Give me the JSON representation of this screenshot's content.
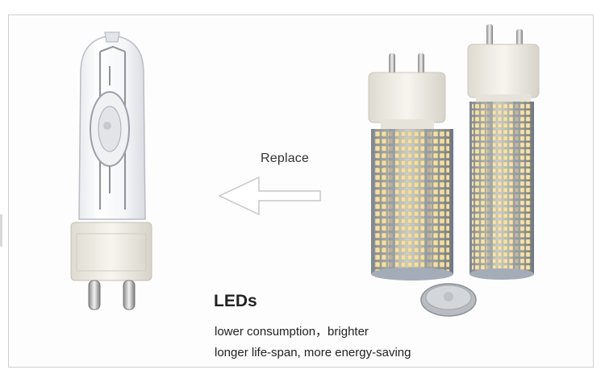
{
  "caption": {
    "replace_label": "Replace",
    "heading": "LEDs",
    "benefit_1": "lower consumption，brighter",
    "benefit_2": "longer life-span, more energy-saving"
  },
  "icons": {
    "arrow": "left-arrow-outline-icon"
  },
  "colors": {
    "led_chip": "#f2e0a0",
    "lamp_base": "#f1efe6",
    "heatsink": "#9aa3b0"
  }
}
